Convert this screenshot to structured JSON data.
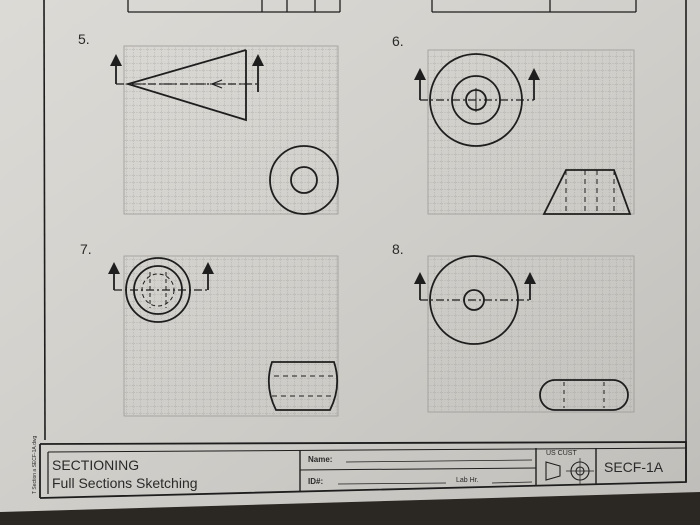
{
  "problems": [
    {
      "number": "5."
    },
    {
      "number": "6."
    },
    {
      "number": "7."
    },
    {
      "number": "8."
    }
  ],
  "title_block": {
    "title": "SECTIONING",
    "subtitle": "Full Sections Sketching",
    "name_label": "Name:",
    "id_label": "ID#:",
    "lab_label": "Lab Hr.",
    "projection_label": "US CUST",
    "sheet_code": "SECF-1A",
    "side_text": "T Section a SECF-1A.dwg"
  },
  "colors": {
    "paper": "#d9d7d2",
    "ink": "#1e1e1e",
    "grid": "#9c9a96",
    "background": "#2b2723"
  }
}
